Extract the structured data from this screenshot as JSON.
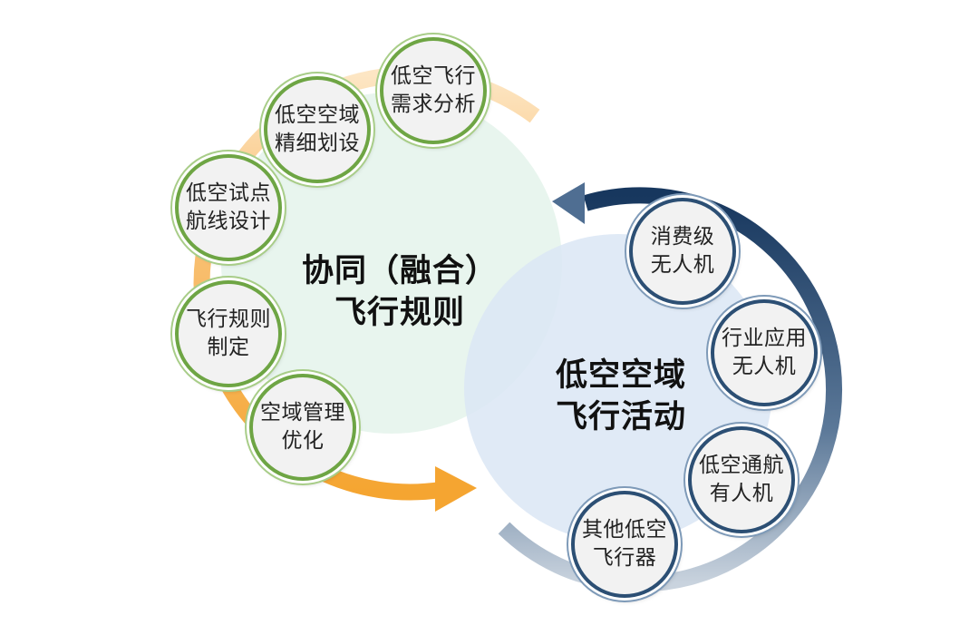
{
  "colors": {
    "green_circle_fill": "#e6f4ec",
    "blue_circle_fill": "#dbe6f4",
    "green_node_border": "#6ea544",
    "blue_node_border": "#2c4f74",
    "orange_arrow": "#f7b24a",
    "navy_arrow": "#1f3f66"
  },
  "left_group": {
    "title_line1": "协同（融合）",
    "title_line2": "飞行规则",
    "nodes": [
      {
        "line1": "低空飞行",
        "line2": "需求分析"
      },
      {
        "line1": "低空空域",
        "line2": "精细划设"
      },
      {
        "line1": "低空试点",
        "line2": "航线设计"
      },
      {
        "line1": "飞行规则",
        "line2": "制定"
      },
      {
        "line1": "空域管理",
        "line2": "优化"
      }
    ]
  },
  "right_group": {
    "title_line1": "低空空域",
    "title_line2": "飞行活动",
    "nodes": [
      {
        "line1": "消费级",
        "line2": "无人机"
      },
      {
        "line1": "行业应用",
        "line2": "无人机"
      },
      {
        "line1": "低空通航",
        "line2": "有人机"
      },
      {
        "line1": "其他低空",
        "line2": "飞行器"
      }
    ]
  }
}
